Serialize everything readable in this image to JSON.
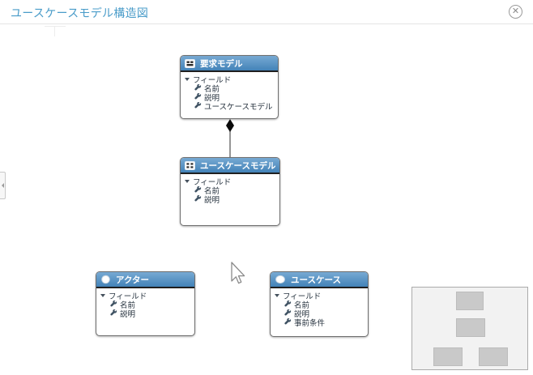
{
  "header": {
    "title": "ユースケースモデル構造図",
    "close_label": "✕"
  },
  "diagram": {
    "nodes": [
      {
        "title": "要求モデル",
        "icon": "model-icon",
        "group_label": "フィールド",
        "fields": [
          "名前",
          "説明",
          "ユースケースモデル"
        ]
      },
      {
        "title": "ユースケースモデル",
        "icon": "diagram-icon",
        "group_label": "フィールド",
        "fields": [
          "名前",
          "説明"
        ]
      },
      {
        "title": "アクター",
        "icon": "actor-icon",
        "group_label": "フィールド",
        "fields": [
          "名前",
          "説明"
        ]
      },
      {
        "title": "ユースケース",
        "icon": "usecase-icon",
        "group_label": "フィールド",
        "fields": [
          "名前",
          "説明",
          "事前条件"
        ]
      }
    ],
    "connector": {
      "type": "composition",
      "from": "要求モデル",
      "to": "ユースケースモデル"
    }
  },
  "minimap": {
    "node_thumbnails": [
      "要求モデル",
      "ユースケースモデル",
      "アクター",
      "ユースケース"
    ]
  },
  "colors": {
    "title_text": "#4a9cc9",
    "node_header_top": "#77a9d3",
    "node_header_bottom": "#4383b8",
    "node_border": "#6e6e6e",
    "connector": "#000000",
    "minimap_bg": "#f2f2f2",
    "minimap_node": "#c9c9c9"
  }
}
